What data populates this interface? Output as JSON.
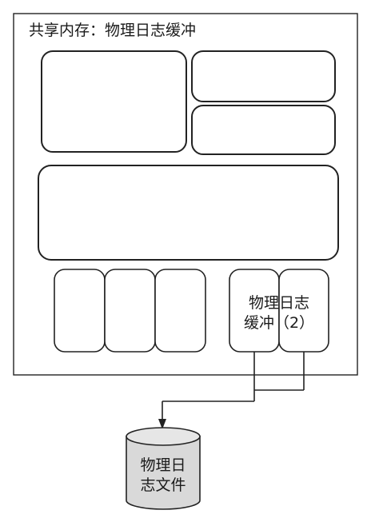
{
  "title": "共享内存：物理日志缓冲",
  "buffer_label": {
    "line1": "物理日志",
    "line2": "缓冲（2）"
  },
  "disk_label": {
    "line1": "物理日",
    "line2": "志文件"
  },
  "colors": {
    "stroke": "#222222",
    "disk_fill": "#d9d9d9",
    "background": "#ffffff"
  }
}
